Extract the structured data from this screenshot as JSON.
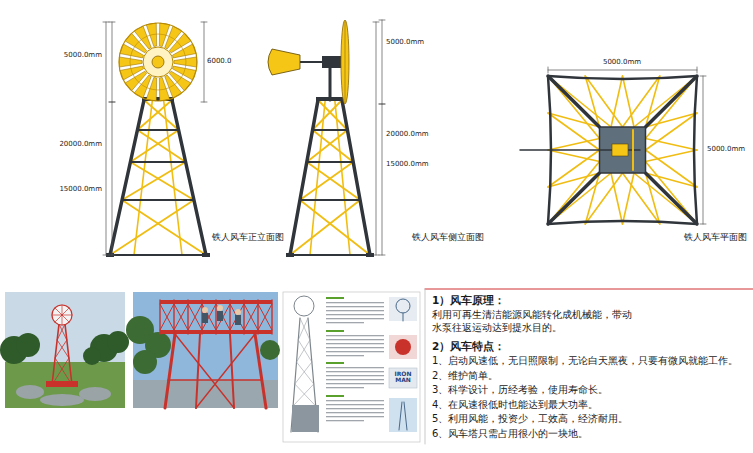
{
  "diagram": {
    "labels": [
      "5000.0mm",
      "6000.0",
      "20000.0mm",
      "15000.0mm",
      "铁人风车正立面图",
      "5000.0mm",
      "20000.0mm",
      "15000.0mm",
      "铁人风车侧立面图",
      "5000.0mm",
      "5000.0mm",
      "铁人风车平面图",
      "IRON MAN",
      "1）风车原理：",
      "利用可再生清洁能源风能转化成机械能，带动 水泵往返运动达到提水目的。",
      "2）风车特点：",
      "1、启动风速低，无日照限制，无论白天黑夜，只要有微风就能工作。",
      "2、维护简单。",
      "3、科学设计，历经考验，使用寿命长。",
      "4、在风速很低时也能达到最大功率。",
      "5、利用风能，投资少，工效高，经济耐用。",
      "6、风车塔只需占用很小的一块地。"
    ]
  }
}
